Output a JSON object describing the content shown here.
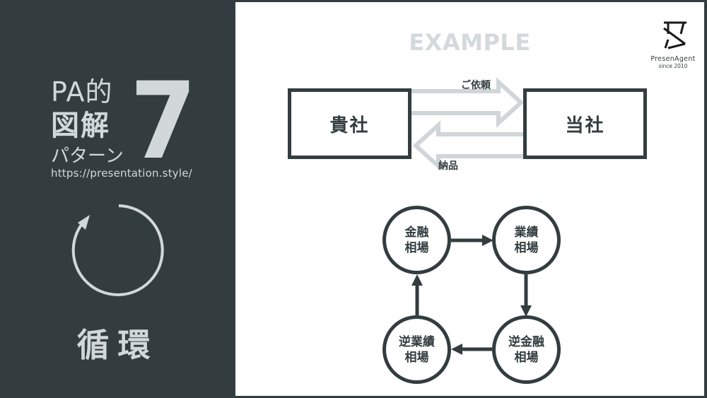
{
  "sidebar": {
    "title_line1": "PA的",
    "title_line2": "図解",
    "title_line3": "パターン",
    "pattern_number": "7",
    "url": "https://presentation.style/",
    "icon": "cycle-arrow-icon",
    "pattern_name": "循環"
  },
  "panel": {
    "heading": "EXAMPLE",
    "logo": {
      "icon": "presenagent-logo-icon",
      "name": "PresenAgent",
      "since": "since 2010"
    },
    "exchange_diagram": {
      "left_box": "貴社",
      "right_box": "当社",
      "top_arrow_label": "ご依頼",
      "bottom_arrow_label": "納品"
    },
    "cycle_diagram": {
      "nodes": [
        {
          "line1": "金融",
          "line2": "相場"
        },
        {
          "line1": "業績",
          "line2": "相場"
        },
        {
          "line1": "逆金融",
          "line2": "相場"
        },
        {
          "line1": "逆業績",
          "line2": "相場"
        }
      ]
    }
  },
  "colors": {
    "dark": "#333d3f",
    "light_text": "#d2d8da",
    "arrow_outline": "#d0d5d8",
    "panel_bg": "#ffffff"
  }
}
